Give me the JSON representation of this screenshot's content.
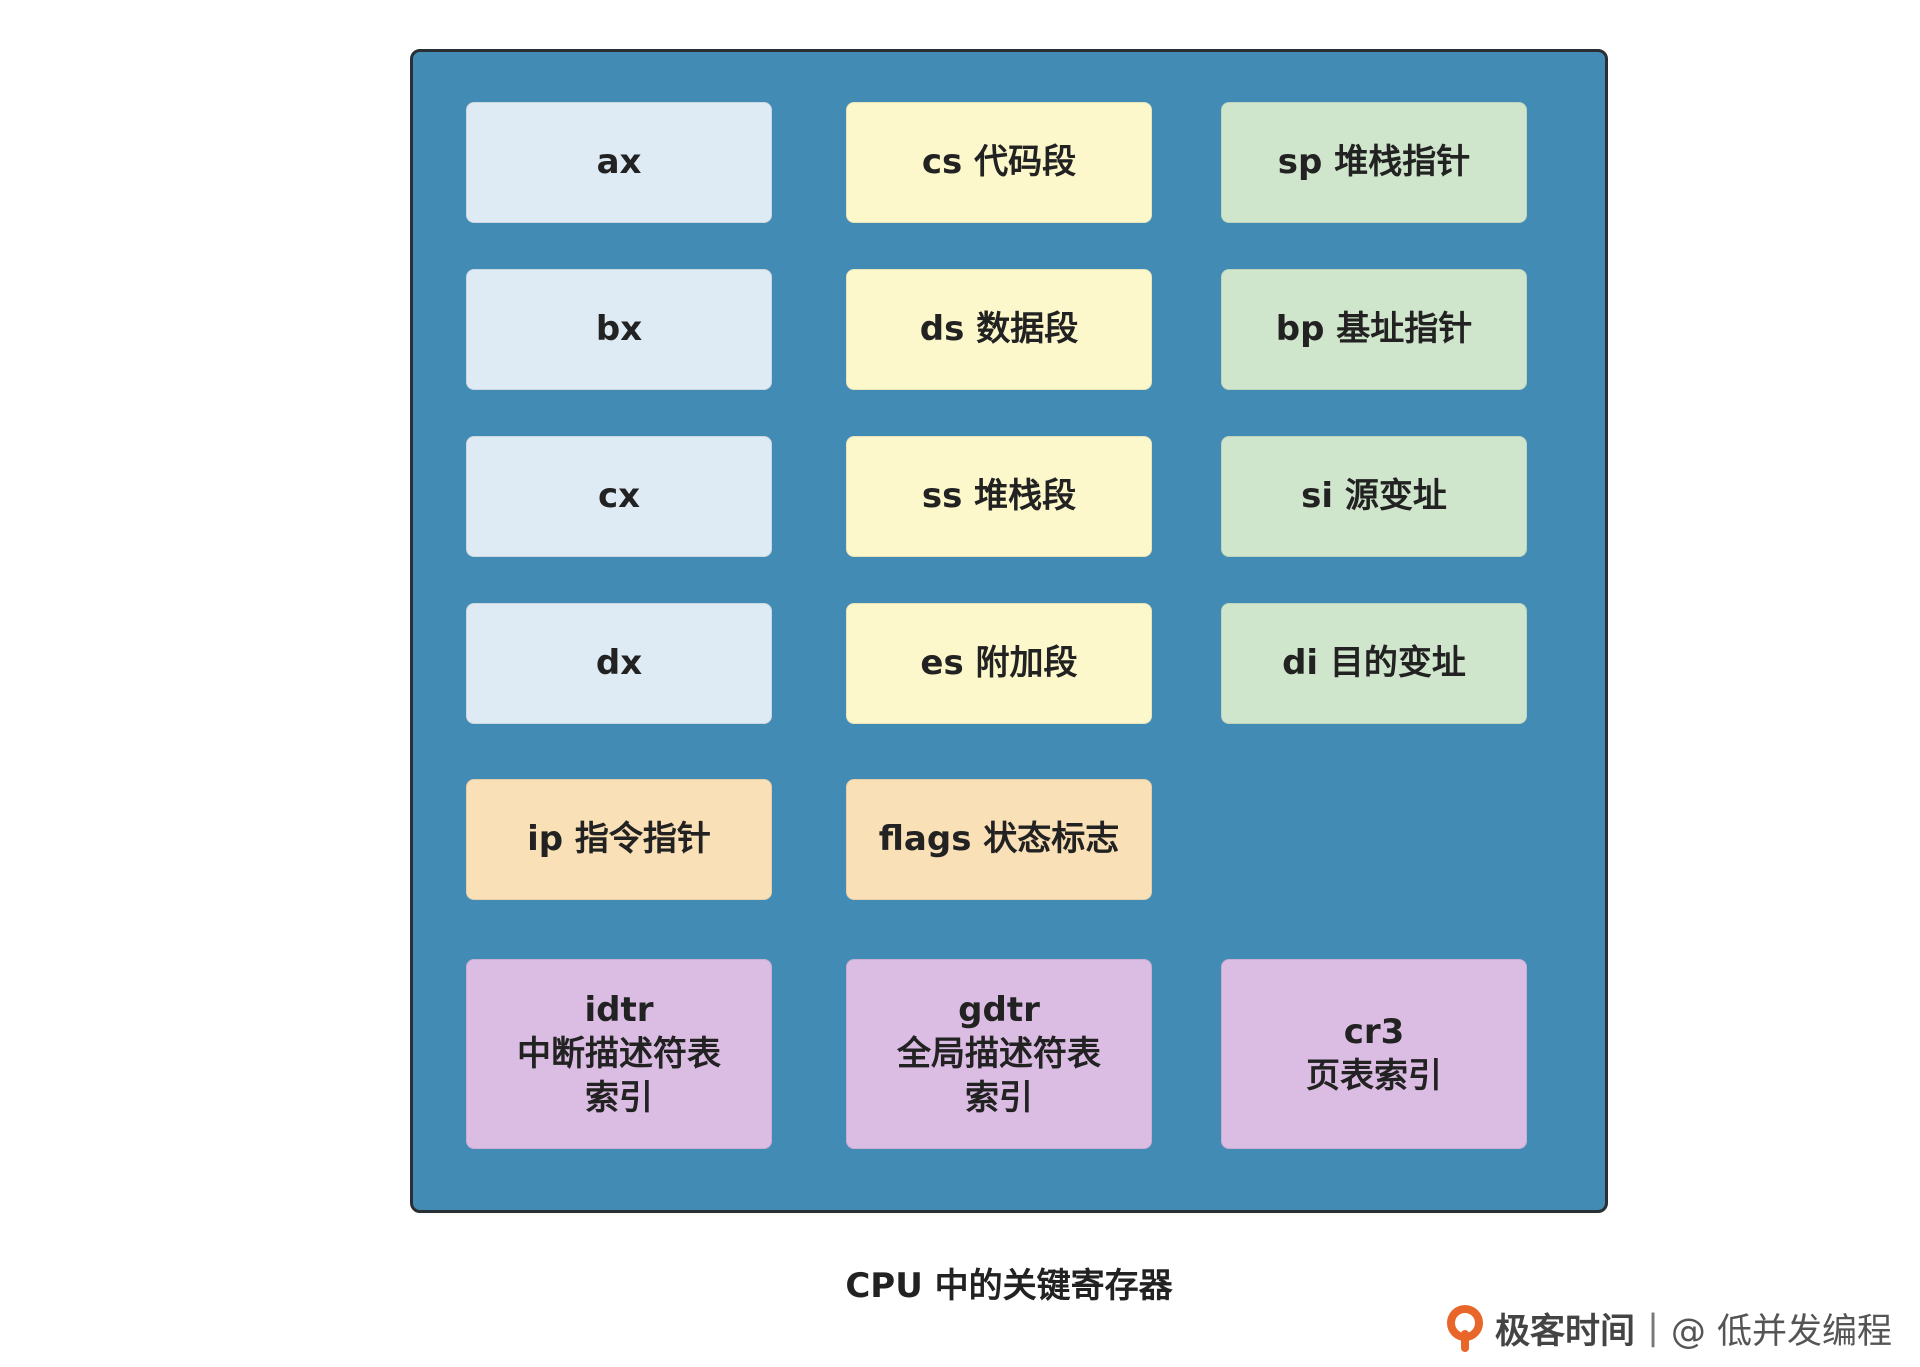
{
  "colors": {
    "panel": "#428bb5",
    "general_purpose": "#deebf4",
    "segment": "#fcf8cb",
    "pointer_index": "#d0e6cc",
    "control": "#fae0b7",
    "system": "#dbbde3",
    "logo": "#e8662a"
  },
  "registers": {
    "ax": "ax",
    "bx": "bx",
    "cx": "cx",
    "dx": "dx",
    "cs": "cs 代码段",
    "ds": "ds 数据段",
    "ss": "ss 堆栈段",
    "es": "es 附加段",
    "sp": "sp 堆栈指针",
    "bp": "bp 基址指针",
    "si": "si 源变址",
    "di": "di 目的变址",
    "ip": "ip 指令指针",
    "flags": "flags 状态标志",
    "idtr": "idtr\n中断描述符表\n索引",
    "gdtr": "gdtr\n全局描述符表\n索引",
    "cr3": "cr3\n页表索引"
  },
  "caption": "CPU 中的关键寄存器",
  "watermark": {
    "logo_icon": "geektime-logo-icon",
    "brand": "极客时间",
    "separator": "|",
    "author": "@ 低并发编程"
  }
}
